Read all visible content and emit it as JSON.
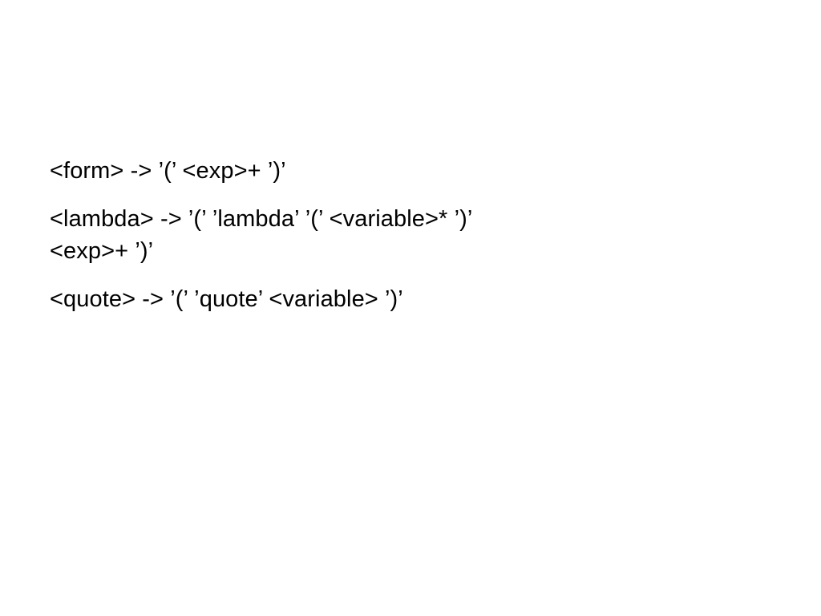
{
  "slide": {
    "rules": [
      {
        "lines": [
          "<form> -> ’(’ <exp>+ ’)’"
        ]
      },
      {
        "lines": [
          "<lambda> -> ’(’ ’lambda’ ’(’ <variable>* ’)’",
          "<exp>+ ’)’"
        ]
      },
      {
        "lines": [
          "<quote> -> ’(’ ’quote’ <variable> ’)’"
        ]
      }
    ]
  }
}
